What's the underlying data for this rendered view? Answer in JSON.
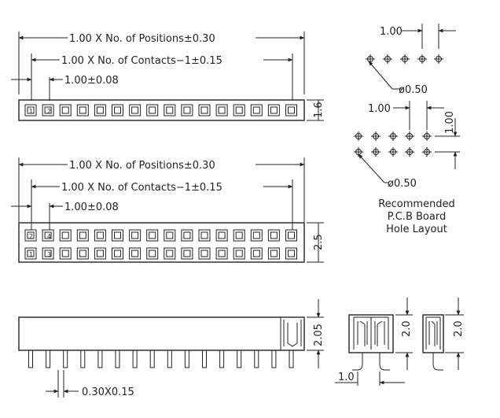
{
  "single_row": {
    "dim_positions": "1.00 X No. of Positions±0.30",
    "dim_contacts": "1.00 X No. of Contacts−1±0.15",
    "dim_pitch": "1.00±0.08",
    "dim_height": "1.6",
    "pin_labels": [
      "1",
      "2"
    ]
  },
  "double_row": {
    "dim_positions": "1.00 X No. of Positions±0.30",
    "dim_contacts": "1.00 X No. of Contacts−1±0.15",
    "dim_pitch": "1.00±0.08",
    "dim_height": "2.5",
    "top_pin_labels": [
      "2",
      "4"
    ],
    "bottom_pin_labels": [
      "1",
      "3"
    ]
  },
  "side_view": {
    "dim_height": "2.05",
    "dim_pin": "0.30X0.15"
  },
  "pcb_layout": {
    "single_pitch": "1.00",
    "single_hole": "ø0.50",
    "double_pitch": "1.00",
    "double_row_pitch": "1.00",
    "double_hole": "ø0.50",
    "caption": [
      "Recommended",
      "P.C.B Board",
      "Hole Layout"
    ]
  },
  "cross_sections": {
    "left_height": "2.0",
    "left_width": "1.0",
    "right_height": "2.0"
  }
}
